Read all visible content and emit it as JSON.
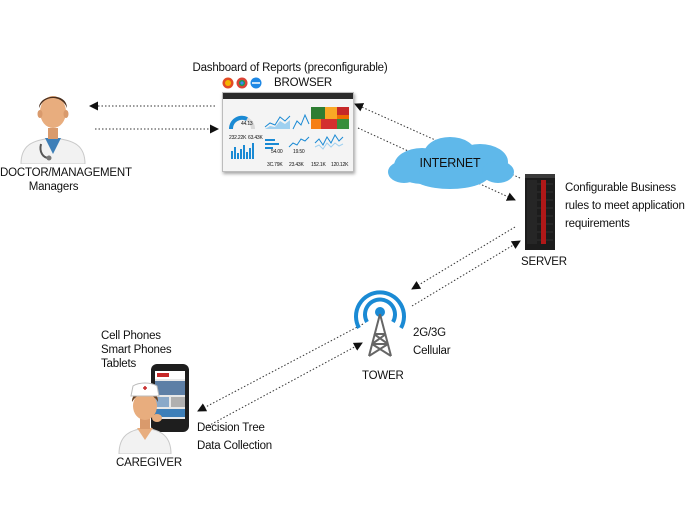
{
  "doctor": {
    "label_line1": "DOCTOR/MANAGEMENT",
    "label_line2": "Managers"
  },
  "dashboard": {
    "title": "Dashboard of Reports (preconfigurable)",
    "browser_label": "BROWSER",
    "tile_values": [
      "44.13",
      "232.22K",
      "63.43K",
      "54.00",
      "19.50",
      "3C.79K",
      "23.43K",
      "152.1K",
      "120.12K"
    ]
  },
  "internet": {
    "label": "INTERNET"
  },
  "server": {
    "label": "SERVER",
    "note_line1": "Configurable Business",
    "note_line2": "rules to meet application",
    "note_line3": "requirements"
  },
  "tower": {
    "label": "TOWER",
    "network_line1": "2G/3G",
    "network_line2": "Cellular"
  },
  "devices": {
    "line1": "Cell Phones",
    "line2": "Smart Phones",
    "line3": "Tablets"
  },
  "caregiver": {
    "label": "CAREGIVER",
    "note_line1": "Decision Tree",
    "note_line2": "Data Collection"
  },
  "colors": {
    "accent_blue": "#1a8ad4",
    "cloud_blue": "#5fb8ea",
    "server_dark": "#1c1c1c",
    "server_red": "#b01818",
    "scrub_blue": "#3e7fb8"
  }
}
